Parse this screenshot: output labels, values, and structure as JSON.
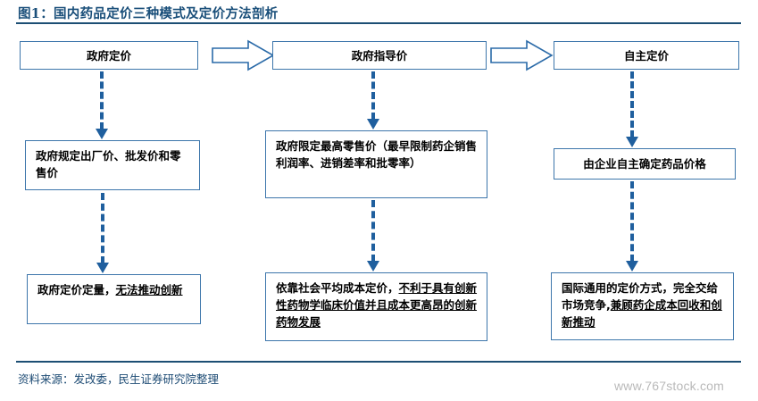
{
  "title": "图1：国内药品定价三种模式及定价方法剖析",
  "footer": {
    "source": "资料来源：发改委，民生证券研究院整理",
    "watermark": "www.767stock.com"
  },
  "colors": {
    "title": "#1a4f7a",
    "rule": "#1d4f74",
    "box_border": "#3d76ab",
    "connector": "#1f5f9e",
    "arrow_outline": "#2a6aa8",
    "watermark": "#b9b9b9"
  },
  "flow": {
    "stages": [
      {
        "id": "government-pricing",
        "label": "政府定价"
      },
      {
        "id": "government-guided-pricing",
        "label": "政府指导价"
      },
      {
        "id": "self-determined-pricing",
        "label": "自主定价"
      }
    ],
    "methods": [
      {
        "id": "method-government-pricing",
        "text": "政府规定出厂价、批发价和零售价",
        "align": "left"
      },
      {
        "id": "method-government-guided-pricing",
        "text": "政府限定最高零售价（最早限制药企销售利润率、进销差率和批零率）",
        "align": "left"
      },
      {
        "id": "method-self-determined-pricing",
        "text": "由企业自主确定药品价格",
        "align": "center"
      }
    ],
    "analyses": [
      {
        "id": "analysis-government-pricing",
        "plain_prefix": "政府定价定量，",
        "underlined": "无法推动创新",
        "plain_suffix": ""
      },
      {
        "id": "analysis-government-guided-pricing",
        "plain_prefix": "依靠社会平均成本定价，",
        "underlined": "不利于具有创新性药物学临床价值并且成本更高昂的创新药物发展",
        "plain_suffix": ""
      },
      {
        "id": "analysis-self-determined-pricing",
        "plain_prefix": "国际通用的定价方式，完全交给市场竞争,",
        "underlined": "兼顾药企成本回收和创新推动",
        "plain_suffix": ""
      }
    ],
    "arrows": [
      {
        "id": "stage-arrow-1",
        "icon": "right-arrow-icon"
      },
      {
        "id": "stage-arrow-2",
        "icon": "right-arrow-icon"
      }
    ],
    "connectors": [
      {
        "id": "connector-col1-stage-to-method",
        "icon": "dashed-down-arrow-icon"
      },
      {
        "id": "connector-col1-method-to-analysis",
        "icon": "dashed-down-arrow-icon"
      },
      {
        "id": "connector-col2-stage-to-method",
        "icon": "dashed-down-arrow-icon"
      },
      {
        "id": "connector-col2-method-to-analysis",
        "icon": "dashed-down-arrow-icon"
      },
      {
        "id": "connector-col3-stage-to-method",
        "icon": "dashed-down-arrow-icon"
      },
      {
        "id": "connector-col3-method-to-analysis",
        "icon": "dashed-down-arrow-icon"
      }
    ]
  }
}
